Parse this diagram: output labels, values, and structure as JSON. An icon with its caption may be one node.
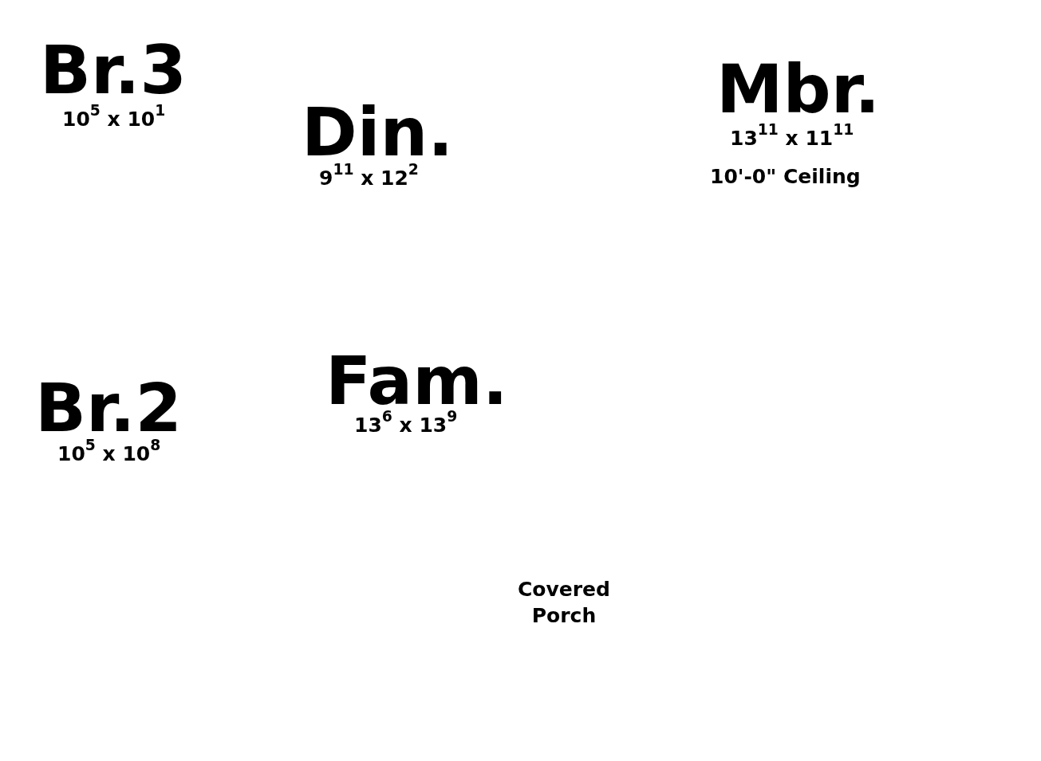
{
  "diagram": {
    "labels": [
      "Br.3",
      "10$^{5}$ x 10$^{1}$",
      "Din.",
      "9$^{11}$ x 12$^{2}$",
      "Mbr.",
      "13$^{11}$ x 11$^{11}$",
      "10'-0\" Ceiling",
      "Br.2",
      "10$^{5}$ x 10$^{8}$",
      "Fam.",
      "13$^{6}$ x 13$^{9}$",
      "Covered Porch"
    ]
  }
}
